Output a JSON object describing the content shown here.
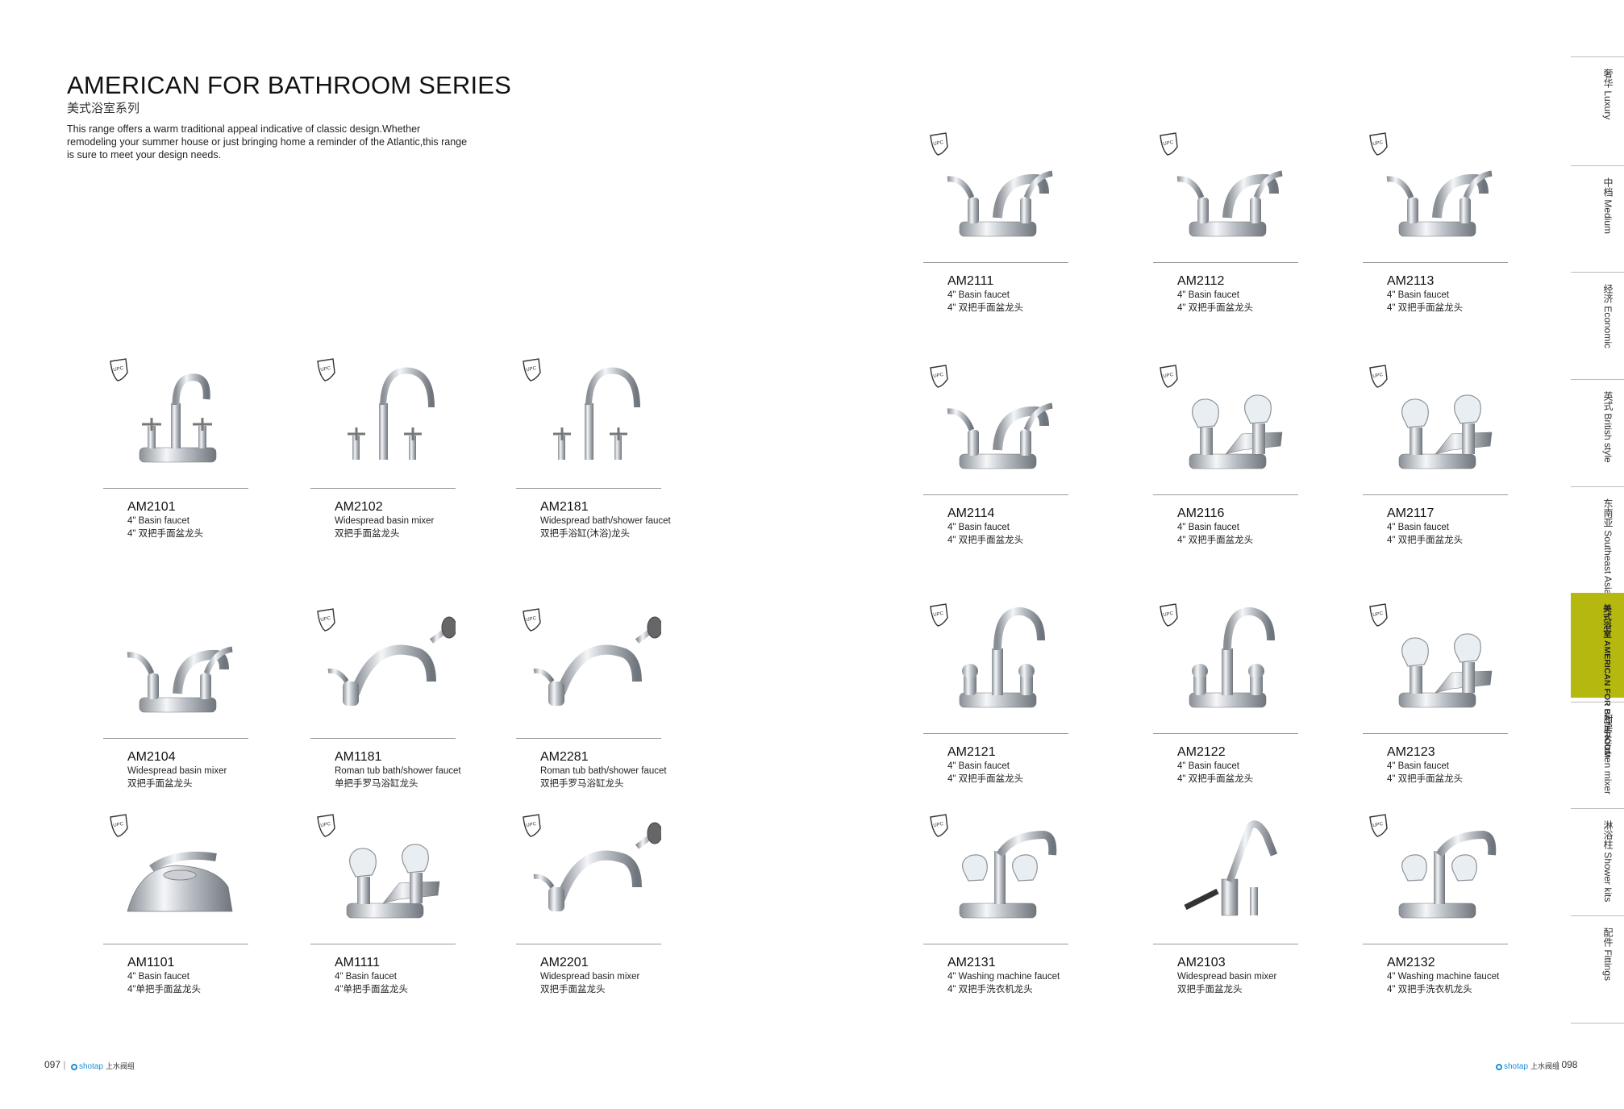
{
  "header": {
    "title": "AMERICAN FOR BATHROOM SERIES",
    "subtitle_cn": "美式浴室系列",
    "intro": "This range offers a warm traditional appeal indicative of classic design.Whether remodeling your summer house or just bringing home a reminder of the Atlantic,this range is sure to meet your design needs."
  },
  "badge": {
    "text": "UPC"
  },
  "products_left": [
    {
      "code": "AM2101",
      "en": "4\" Basin faucet",
      "cn": "4\" 双把手面盆龙头",
      "upc": true
    },
    {
      "code": "AM2102",
      "en": "Widespread basin mixer",
      "cn": "双把手面盆龙头",
      "upc": true
    },
    {
      "code": "AM2181",
      "en": "Widespread bath/shower faucet",
      "cn": "双把手浴缸(沐浴)龙头",
      "upc": true
    },
    {
      "code": "AM2104",
      "en": "Widespread basin mixer",
      "cn": "双把手面盆龙头",
      "upc": false
    },
    {
      "code": "AM1181",
      "en": "Roman tub bath/shower faucet",
      "cn": "单把手罗马浴缸龙头",
      "upc": true
    },
    {
      "code": "AM2281",
      "en": "Roman tub bath/shower faucet",
      "cn": "双把手罗马浴缸龙头",
      "upc": true
    },
    {
      "code": "AM1101",
      "en": "4\" Basin faucet",
      "cn": "4\"单把手面盆龙头",
      "upc": true
    },
    {
      "code": "AM1111",
      "en": "4\" Basin faucet",
      "cn": "4\"单把手面盆龙头",
      "upc": true
    },
    {
      "code": "AM2201",
      "en": "Widespread basin mixer",
      "cn": "双把手面盆龙头",
      "upc": true
    }
  ],
  "products_right": [
    {
      "code": "AM2111",
      "en": "4\" Basin faucet",
      "cn": "4\" 双把手面盆龙头",
      "upc": true
    },
    {
      "code": "AM2112",
      "en": "4\" Basin faucet",
      "cn": "4\" 双把手面盆龙头",
      "upc": true
    },
    {
      "code": "AM2113",
      "en": "4\" Basin faucet",
      "cn": "4\" 双把手面盆龙头",
      "upc": true
    },
    {
      "code": "AM2114",
      "en": "4\" Basin faucet",
      "cn": "4\" 双把手面盆龙头",
      "upc": true
    },
    {
      "code": "AM2116",
      "en": "4\" Basin faucet",
      "cn": "4\" 双把手面盆龙头",
      "upc": true
    },
    {
      "code": "AM2117",
      "en": "4\" Basin faucet",
      "cn": "4\" 双把手面盆龙头",
      "upc": true
    },
    {
      "code": "AM2121",
      "en": "4\" Basin faucet",
      "cn": "4\" 双把手面盆龙头",
      "upc": true
    },
    {
      "code": "AM2122",
      "en": "4\" Basin faucet",
      "cn": "4\" 双把手面盆龙头",
      "upc": true
    },
    {
      "code": "AM2123",
      "en": "4\" Basin faucet",
      "cn": "4\" 双把手面盆龙头",
      "upc": true
    },
    {
      "code": "AM2131",
      "en": "4\" Washing machine faucet",
      "cn": "4\" 双把手洗衣机龙头",
      "upc": true
    },
    {
      "code": "AM2103",
      "en": "Widespread basin mixer",
      "cn": "双把手面盆龙头",
      "upc": false
    },
    {
      "code": "AM2132",
      "en": "4\" Washing machine faucet",
      "cn": "4\" 双把手洗衣机龙头",
      "upc": true
    }
  ],
  "sidenav": {
    "items": [
      {
        "label": "奢华 Luxury",
        "active": false
      },
      {
        "label": "中档 Medium",
        "active": false
      },
      {
        "label": "经济 Economic",
        "active": false
      },
      {
        "label": "英式 British style",
        "active": false
      },
      {
        "label": "东南亚 Southeast Asia",
        "active": false
      },
      {
        "label": "美式浴室 AMERICAN FOR BATHROOM",
        "active": true
      },
      {
        "label": "厨房 Kitchen mixer",
        "active": false
      },
      {
        "label": "淋浴柱 Shower kits",
        "active": false
      },
      {
        "label": "配件 Fittings",
        "active": false
      }
    ]
  },
  "footer": {
    "left_page": "097",
    "right_page": "098",
    "logo_text": "shotap",
    "logo_cn": "上水阀组"
  },
  "colors": {
    "accent": "#b5b80f",
    "logo_blue": "#1b8fd6",
    "rule": "#9a9a9a"
  }
}
